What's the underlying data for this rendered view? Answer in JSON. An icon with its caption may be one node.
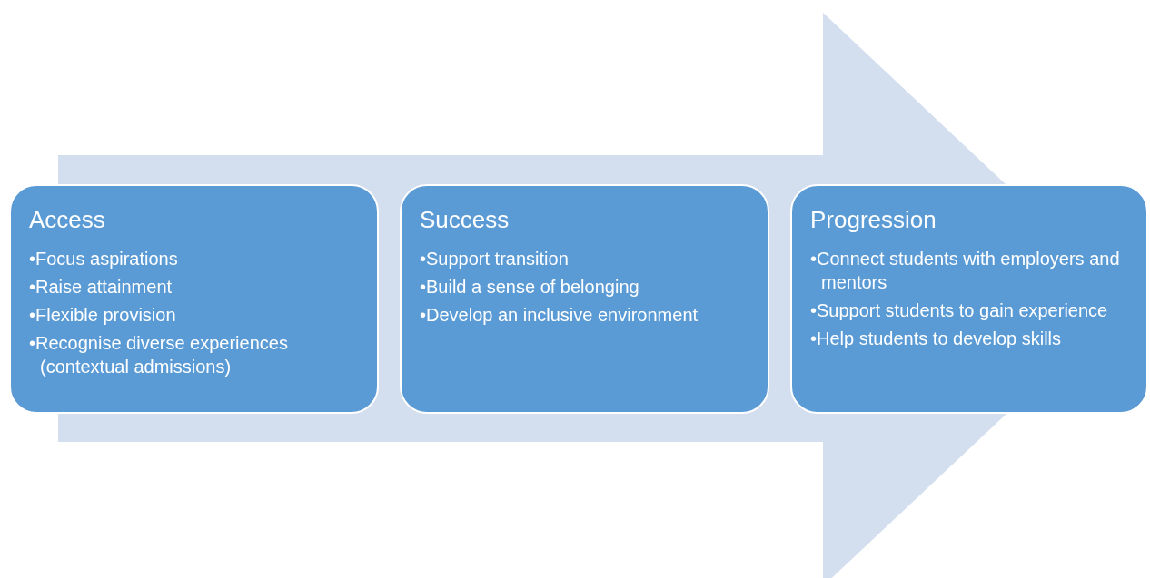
{
  "diagram": {
    "nodes": [
      {
        "text": [
          "Access",
          "•Focus aspirations",
          "•Raise attainment",
          "•Flexible provision",
          "•Recognise diverse experiences (contextual admissions)"
        ]
      },
      {
        "text": [
          "Success",
          "•Support transition",
          "•Build a sense of belonging",
          "•Develop an inclusive environment"
        ]
      },
      {
        "text": [
          "Progression",
          "•Connect students with employers and mentors",
          "•Support students to gain experience",
          "•Help students to develop skills"
        ]
      }
    ],
    "edges": [
      {
        "from": 0,
        "to": 2,
        "arrow": "to"
      }
    ]
  }
}
